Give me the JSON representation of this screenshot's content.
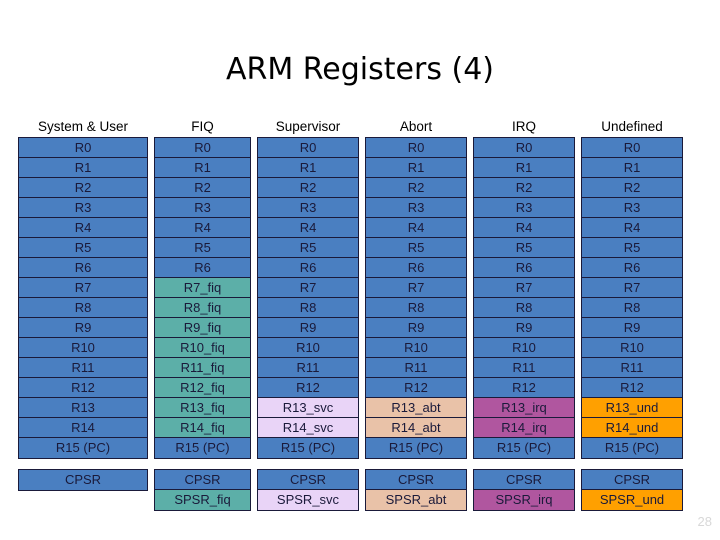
{
  "slide": {
    "title": "ARM Registers (4)",
    "page_number": "28",
    "background_color": "#ffffff",
    "title_color": "#000000"
  },
  "palette": {
    "base_blue": "#4a7fc1",
    "fiq_teal": "#5cafa8",
    "svc_lavender": "#e9d4f7",
    "abt_peach": "#e9c2a8",
    "irq_magenta": "#b0569f",
    "und_orange": "#ffa000",
    "border": "#1a1a3a",
    "text": "#1a1a3a"
  },
  "columns": [
    {
      "header": "System & User",
      "width": 130,
      "registers": [
        {
          "label": "R0",
          "color": "#4a7fc1"
        },
        {
          "label": "R1",
          "color": "#4a7fc1"
        },
        {
          "label": "R2",
          "color": "#4a7fc1"
        },
        {
          "label": "R3",
          "color": "#4a7fc1"
        },
        {
          "label": "R4",
          "color": "#4a7fc1"
        },
        {
          "label": "R5",
          "color": "#4a7fc1"
        },
        {
          "label": "R6",
          "color": "#4a7fc1"
        },
        {
          "label": "R7",
          "color": "#4a7fc1"
        },
        {
          "label": "R8",
          "color": "#4a7fc1"
        },
        {
          "label": "R9",
          "color": "#4a7fc1"
        },
        {
          "label": "R10",
          "color": "#4a7fc1"
        },
        {
          "label": "R11",
          "color": "#4a7fc1"
        },
        {
          "label": "R12",
          "color": "#4a7fc1"
        },
        {
          "label": "R13",
          "color": "#4a7fc1"
        },
        {
          "label": "R14",
          "color": "#4a7fc1"
        },
        {
          "label": "R15 (PC)",
          "color": "#4a7fc1"
        }
      ],
      "status_registers": [
        {
          "label": "CPSR",
          "color": "#4a7fc1"
        }
      ]
    },
    {
      "header": "FIQ",
      "width": 97,
      "registers": [
        {
          "label": "R0",
          "color": "#4a7fc1"
        },
        {
          "label": "R1",
          "color": "#4a7fc1"
        },
        {
          "label": "R2",
          "color": "#4a7fc1"
        },
        {
          "label": "R3",
          "color": "#4a7fc1"
        },
        {
          "label": "R4",
          "color": "#4a7fc1"
        },
        {
          "label": "R5",
          "color": "#4a7fc1"
        },
        {
          "label": "R6",
          "color": "#4a7fc1"
        },
        {
          "label": "R7_fiq",
          "color": "#5cafa8"
        },
        {
          "label": "R8_fiq",
          "color": "#5cafa8"
        },
        {
          "label": "R9_fiq",
          "color": "#5cafa8"
        },
        {
          "label": "R10_fiq",
          "color": "#5cafa8"
        },
        {
          "label": "R11_fiq",
          "color": "#5cafa8"
        },
        {
          "label": "R12_fiq",
          "color": "#5cafa8"
        },
        {
          "label": "R13_fiq",
          "color": "#5cafa8"
        },
        {
          "label": "R14_fiq",
          "color": "#5cafa8"
        },
        {
          "label": "R15 (PC)",
          "color": "#4a7fc1"
        }
      ],
      "status_registers": [
        {
          "label": "CPSR",
          "color": "#4a7fc1"
        },
        {
          "label": "SPSR_fiq",
          "color": "#5cafa8"
        }
      ]
    },
    {
      "header": "Supervisor",
      "width": 102,
      "registers": [
        {
          "label": "R0",
          "color": "#4a7fc1"
        },
        {
          "label": "R1",
          "color": "#4a7fc1"
        },
        {
          "label": "R2",
          "color": "#4a7fc1"
        },
        {
          "label": "R3",
          "color": "#4a7fc1"
        },
        {
          "label": "R4",
          "color": "#4a7fc1"
        },
        {
          "label": "R5",
          "color": "#4a7fc1"
        },
        {
          "label": "R6",
          "color": "#4a7fc1"
        },
        {
          "label": "R7",
          "color": "#4a7fc1"
        },
        {
          "label": "R8",
          "color": "#4a7fc1"
        },
        {
          "label": "R9",
          "color": "#4a7fc1"
        },
        {
          "label": "R10",
          "color": "#4a7fc1"
        },
        {
          "label": "R11",
          "color": "#4a7fc1"
        },
        {
          "label": "R12",
          "color": "#4a7fc1"
        },
        {
          "label": "R13_svc",
          "color": "#e9d4f7"
        },
        {
          "label": "R14_svc",
          "color": "#e9d4f7"
        },
        {
          "label": "R15 (PC)",
          "color": "#4a7fc1"
        }
      ],
      "status_registers": [
        {
          "label": "CPSR",
          "color": "#4a7fc1"
        },
        {
          "label": "SPSR_svc",
          "color": "#e9d4f7"
        }
      ]
    },
    {
      "header": "Abort",
      "width": 102,
      "registers": [
        {
          "label": "R0",
          "color": "#4a7fc1"
        },
        {
          "label": "R1",
          "color": "#4a7fc1"
        },
        {
          "label": "R2",
          "color": "#4a7fc1"
        },
        {
          "label": "R3",
          "color": "#4a7fc1"
        },
        {
          "label": "R4",
          "color": "#4a7fc1"
        },
        {
          "label": "R5",
          "color": "#4a7fc1"
        },
        {
          "label": "R6",
          "color": "#4a7fc1"
        },
        {
          "label": "R7",
          "color": "#4a7fc1"
        },
        {
          "label": "R8",
          "color": "#4a7fc1"
        },
        {
          "label": "R9",
          "color": "#4a7fc1"
        },
        {
          "label": "R10",
          "color": "#4a7fc1"
        },
        {
          "label": "R11",
          "color": "#4a7fc1"
        },
        {
          "label": "R12",
          "color": "#4a7fc1"
        },
        {
          "label": "R13_abt",
          "color": "#e9c2a8"
        },
        {
          "label": "R14_abt",
          "color": "#e9c2a8"
        },
        {
          "label": "R15 (PC)",
          "color": "#4a7fc1"
        }
      ],
      "status_registers": [
        {
          "label": "CPSR",
          "color": "#4a7fc1"
        },
        {
          "label": "SPSR_abt",
          "color": "#e9c2a8"
        }
      ]
    },
    {
      "header": "IRQ",
      "width": 102,
      "registers": [
        {
          "label": "R0",
          "color": "#4a7fc1"
        },
        {
          "label": "R1",
          "color": "#4a7fc1"
        },
        {
          "label": "R2",
          "color": "#4a7fc1"
        },
        {
          "label": "R3",
          "color": "#4a7fc1"
        },
        {
          "label": "R4",
          "color": "#4a7fc1"
        },
        {
          "label": "R5",
          "color": "#4a7fc1"
        },
        {
          "label": "R6",
          "color": "#4a7fc1"
        },
        {
          "label": "R7",
          "color": "#4a7fc1"
        },
        {
          "label": "R8",
          "color": "#4a7fc1"
        },
        {
          "label": "R9",
          "color": "#4a7fc1"
        },
        {
          "label": "R10",
          "color": "#4a7fc1"
        },
        {
          "label": "R11",
          "color": "#4a7fc1"
        },
        {
          "label": "R12",
          "color": "#4a7fc1"
        },
        {
          "label": "R13_irq",
          "color": "#b0569f"
        },
        {
          "label": "R14_irq",
          "color": "#b0569f"
        },
        {
          "label": "R15 (PC)",
          "color": "#4a7fc1"
        }
      ],
      "status_registers": [
        {
          "label": "CPSR",
          "color": "#4a7fc1"
        },
        {
          "label": "SPSR_irq",
          "color": "#b0569f"
        }
      ]
    },
    {
      "header": "Undefined",
      "width": 102,
      "registers": [
        {
          "label": "R0",
          "color": "#4a7fc1"
        },
        {
          "label": "R1",
          "color": "#4a7fc1"
        },
        {
          "label": "R2",
          "color": "#4a7fc1"
        },
        {
          "label": "R3",
          "color": "#4a7fc1"
        },
        {
          "label": "R4",
          "color": "#4a7fc1"
        },
        {
          "label": "R5",
          "color": "#4a7fc1"
        },
        {
          "label": "R6",
          "color": "#4a7fc1"
        },
        {
          "label": "R7",
          "color": "#4a7fc1"
        },
        {
          "label": "R8",
          "color": "#4a7fc1"
        },
        {
          "label": "R9",
          "color": "#4a7fc1"
        },
        {
          "label": "R10",
          "color": "#4a7fc1"
        },
        {
          "label": "R11",
          "color": "#4a7fc1"
        },
        {
          "label": "R12",
          "color": "#4a7fc1"
        },
        {
          "label": "R13_und",
          "color": "#ffa000"
        },
        {
          "label": "R14_und",
          "color": "#ffa000"
        },
        {
          "label": "R15 (PC)",
          "color": "#4a7fc1"
        }
      ],
      "status_registers": [
        {
          "label": "CPSR",
          "color": "#4a7fc1"
        },
        {
          "label": "SPSR_und",
          "color": "#ffa000"
        }
      ]
    }
  ]
}
